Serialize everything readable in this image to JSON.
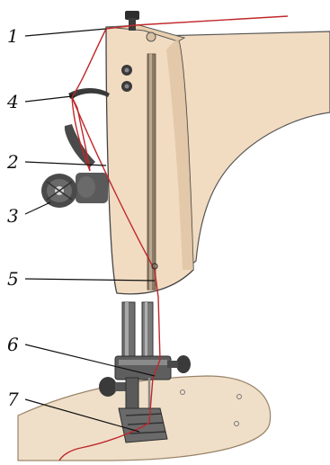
{
  "labels": [
    "1",
    "4",
    "2",
    "3",
    "5",
    "6",
    "7"
  ],
  "colors": {
    "background": "#ffffff",
    "machine_body": "#f1dcc2",
    "machine_shadow": "#e0c4a2",
    "outline": "#333333",
    "thread": "#c0282b",
    "metal": "#6f6f6f",
    "metal_dark": "#3a3a3a",
    "table": "#efdfc8",
    "leader": "#111111"
  },
  "icons": {
    "machine": "sewing-machine-head-illustration",
    "spool_pin": "spool-pin-icon",
    "tension": "tension-disc-icon",
    "take_up": "take-up-lever-icon"
  }
}
